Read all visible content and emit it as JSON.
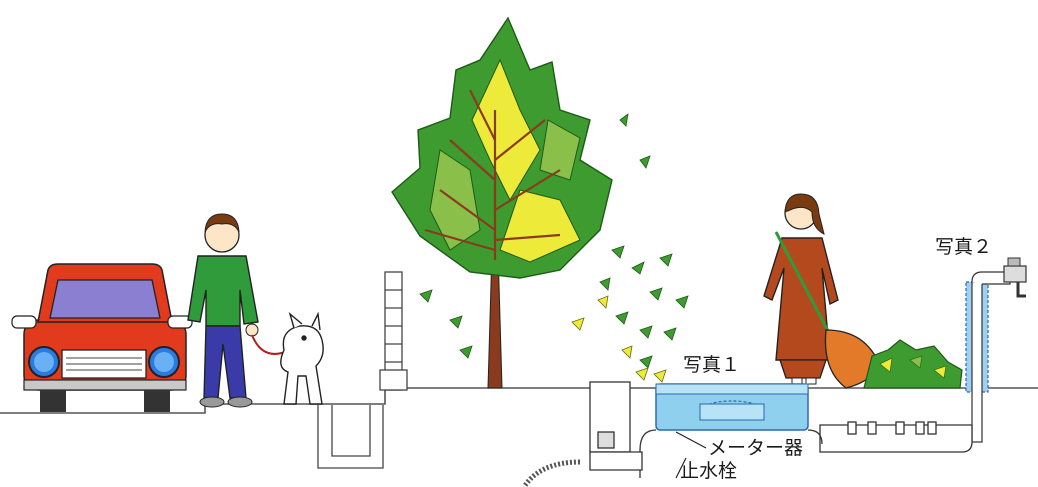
{
  "labels": {
    "photo1": "写真１",
    "photo2": "写真２",
    "meter": "メーター器",
    "stopcock": "止水栓"
  },
  "colors": {
    "ground_line": "#555555",
    "car_body": "#e23a1c",
    "car_window": "#8a7fd0",
    "tree_green": "#3e9b2f",
    "tree_yellow": "#eeea3a",
    "trunk": "#8a3b1e",
    "man_shirt": "#2f9b3a",
    "man_pants": "#3a3aa8",
    "woman_dress": "#b5491e",
    "meter_box": "#8fd0ee",
    "water_blue": "#5aa8e0"
  },
  "icons": [
    "car-illustration",
    "man-walking-dog-illustration",
    "dog-illustration",
    "tree-illustration",
    "woman-sweeping-illustration",
    "leaf-pile-illustration",
    "faucet-icon",
    "water-meter-box",
    "stopcock-valve",
    "flexible-hose"
  ]
}
